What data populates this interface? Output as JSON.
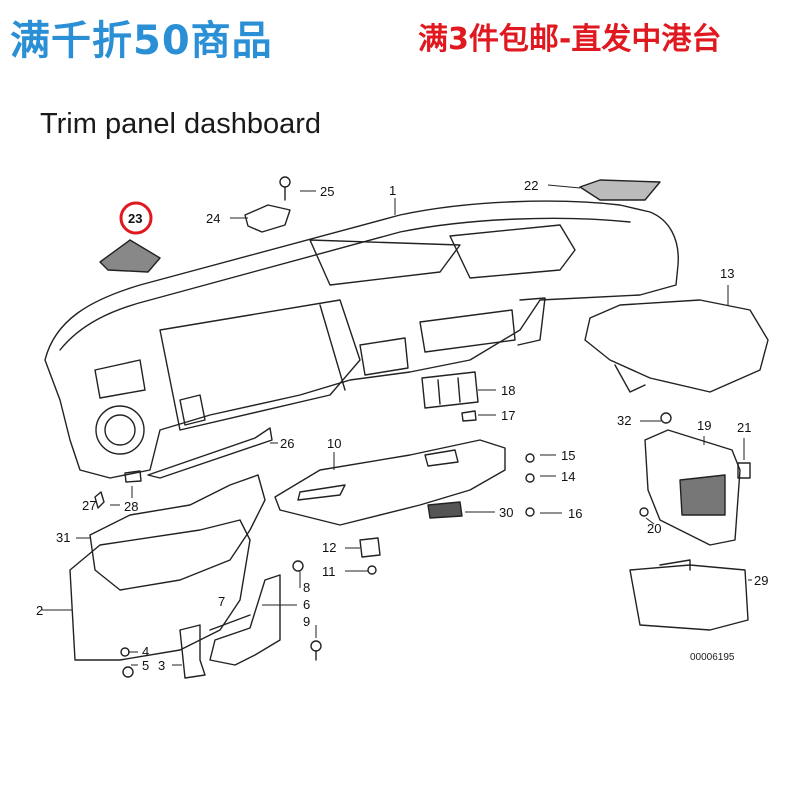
{
  "banner": {
    "left": "满千折50商品",
    "right": "满3件包邮-直发中港台"
  },
  "title": "Trim panel dashboard",
  "highlight_color": "#e0181f",
  "part_labels": [
    "1",
    "2",
    "3",
    "4",
    "5",
    "6",
    "7",
    "8",
    "9",
    "10",
    "11",
    "12",
    "13",
    "14",
    "15",
    "16",
    "17",
    "18",
    "19",
    "20",
    "21",
    "22",
    "23",
    "24",
    "25",
    "26",
    "27",
    "28",
    "29",
    "30",
    "31",
    "32"
  ],
  "highlighted_part": "23",
  "drawing_code": "00006195"
}
